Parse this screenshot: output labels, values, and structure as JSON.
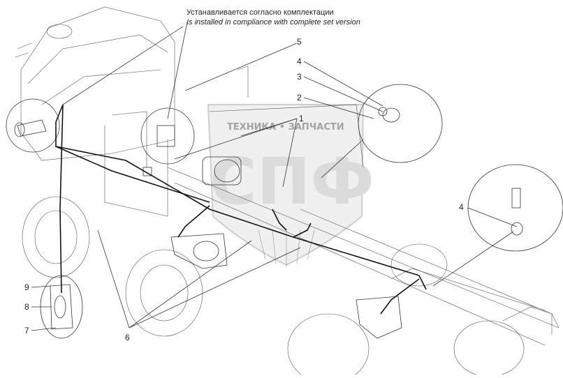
{
  "caption": {
    "ru": "Устанавливается согласно комплектации",
    "en": "Is installed in compliance with complete set version"
  },
  "callouts": [
    "1",
    "2",
    "3",
    "4",
    "4",
    "5",
    "6",
    "7",
    "8",
    "9"
  ],
  "watermark": {
    "brand": "ТЕХНИКА • ЗАПЧАСТИ",
    "logo": "СПФ"
  }
}
